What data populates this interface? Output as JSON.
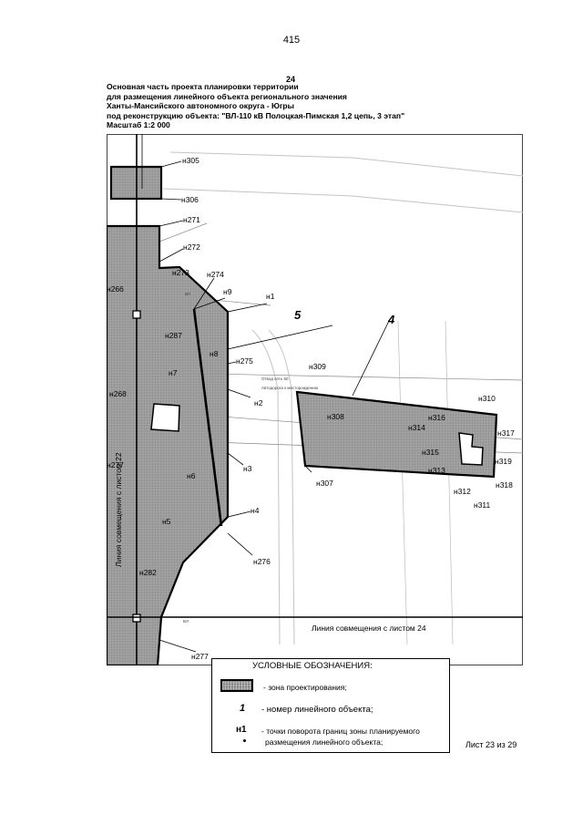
{
  "page_number": "415",
  "sheet_top_number": "24",
  "title_lines": [
    "Основная часть проекта планировки территории",
    "для размещения линейного объекта регионального значения",
    "Ханты-Мансийского автономного округа - Югры",
    "под реконструкцию объекта: \"ВЛ-110 кВ Полоцкая-Пимская 1,2 цепь, 3 этап\"",
    "Масштаб 1:2 000"
  ],
  "map": {
    "point_labels": {
      "n305": "н305",
      "n306": "н306",
      "n271": "н271",
      "n272": "н272",
      "n273": "н273",
      "n274": "н274",
      "n9": "н9",
      "n1": "н1",
      "n266": "н266",
      "n287": "н287",
      "n8": "н8",
      "n275": "н275",
      "n7": "н7",
      "n268": "н268",
      "n2": "н2",
      "n309": "н309",
      "n308": "н308",
      "n310": "н310",
      "n316": "н316",
      "n314": "н314",
      "n317": "н317",
      "n315": "н315",
      "n319": "н319",
      "n313": "н313",
      "n307": "н307",
      "n312": "н312",
      "n318": "н318",
      "n311": "н311",
      "n277a": "н277",
      "n6": "н6",
      "n3": "н3",
      "n4": "н4",
      "n5": "н5",
      "n276": "н276",
      "n282": "н282",
      "n277b": "н277"
    },
    "object_numbers": {
      "obj5": "5",
      "obj4": "4"
    },
    "junction_line_label": "Линия совмещения с листом 24",
    "vertical_line_label": "Линия совмещения с листом 22",
    "small_annotations": {
      "pipe_top": "Отвод сеть 60",
      "pipe_bottom": "Автодорога к месторождению",
      "tiny1": "ВЛ",
      "tiny2": "ВЛ"
    }
  },
  "legend": {
    "title": "УСЛОВНЫЕ ОБОЗНАЧЕНИЯ:",
    "zone_text": "- зона проектирования;",
    "object_symbol": "1",
    "object_text": "- номер линейного объекта;",
    "point_symbol": "н1",
    "point_text_line1": "- точки поворота границ зоны планируемого",
    "point_text_line2": "размещения линейного объекта;"
  },
  "sheet_count": "Лист 23 из 29",
  "colors": {
    "zone_fill": "#9a9a9a",
    "line": "#000000",
    "road": "#c8c8c8"
  }
}
